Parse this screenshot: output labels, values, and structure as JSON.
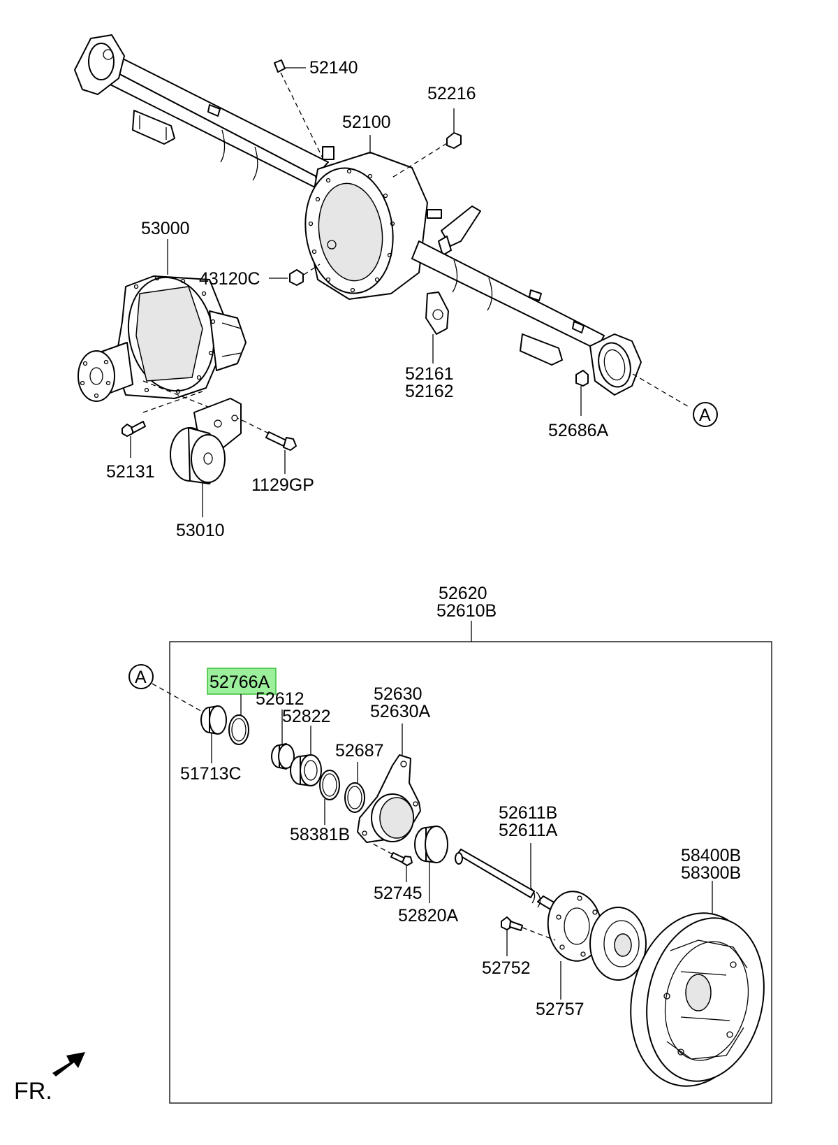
{
  "colors": {
    "line": "#000000",
    "background": "#ffffff",
    "highlight_fill": "#9cf09c",
    "highlight_border": "#3cbf3c"
  },
  "labels": {
    "p52140": "52140",
    "p52216": "52216",
    "p52100": "52100",
    "p53000": "53000",
    "p43120C": "43120C",
    "p52161": "52161",
    "p52162": "52162",
    "p52686A": "52686A",
    "p52131": "52131",
    "p1129GP": "1129GP",
    "p53010": "53010",
    "p52620": "52620",
    "p52610B": "52610B",
    "p52766A": "52766A",
    "p52612": "52612",
    "p52822": "52822",
    "p52630": "52630",
    "p52630A": "52630A",
    "p52687": "52687",
    "p51713C": "51713C",
    "p58381B": "58381B",
    "p52745": "52745",
    "p52820A": "52820A",
    "p52611B": "52611B",
    "p52611A": "52611A",
    "p58400B": "58400B",
    "p58300B": "58300B",
    "p52752": "52752",
    "p52757": "52757"
  },
  "reference_marks": {
    "top": "A",
    "bottom": "A"
  },
  "front_indicator": "FR."
}
